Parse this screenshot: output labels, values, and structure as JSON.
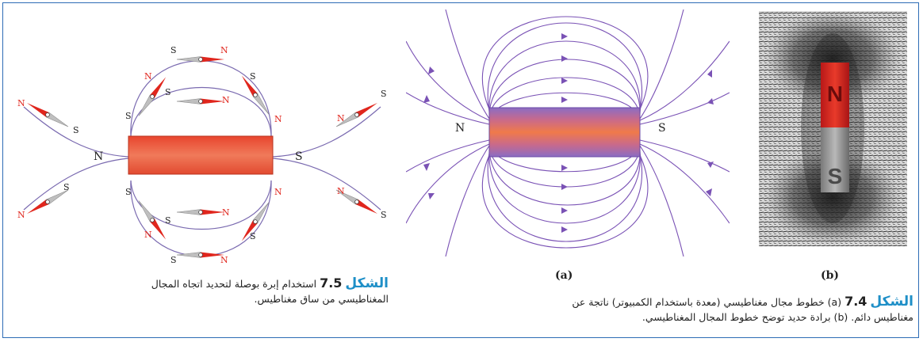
{
  "figure_7_5": {
    "pole_n": "N",
    "pole_s": "S",
    "needle_n": "N",
    "needle_s": "S",
    "caption_label": "الشكل",
    "caption_number": "7.5",
    "caption_line1": "استخدام إبرة بوصلة لتحديد اتجاه المجال",
    "caption_line2": "المغناطيسي من ساق مغناطيس."
  },
  "figure_7_4": {
    "pole_n": "N",
    "pole_s": "S",
    "sublabel_a": "(a)",
    "sublabel_b": "(b)",
    "magnet_n": "N",
    "magnet_s": "S",
    "caption_label": "الشكل",
    "caption_number": "7.4",
    "caption_part_a": "(a)",
    "caption_line1": "خطوط مجال مغناطيسي (معدة باستخدام الكمبيوتر) ناتجة عن",
    "caption_part_b": "(b)",
    "caption_line2_pre": "مغناطيس دائم.",
    "caption_line2_post": "برادة حديد توضح خطوط المجال المغناطيسي."
  },
  "colors": {
    "frame": "#2d6cb5",
    "caption_label": "#1e8fc7",
    "field_line": "#7a52b5",
    "magnet": "#e9583a",
    "needle_north": "#e0261d"
  }
}
